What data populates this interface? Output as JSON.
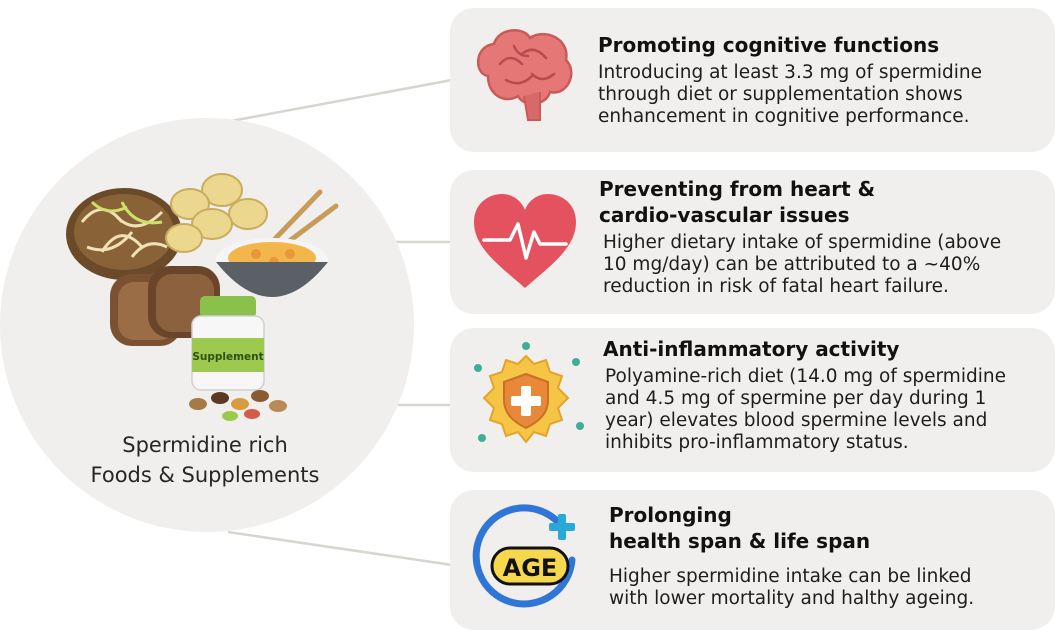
{
  "hub": {
    "label_lines": [
      "Spermidine rich",
      "Foods & Supplements"
    ],
    "supplement_label": "Supplement"
  },
  "cards": [
    {
      "icon": "brain-icon",
      "title_lines": [
        "Promoting cognitive functions"
      ],
      "body_lines": [
        "Introducing at least 3.3 mg of spermidine",
        "through diet or supplementation shows",
        "enhancement in cognitive performance."
      ]
    },
    {
      "icon": "heart-pulse-icon",
      "title_lines": [
        "Preventing from heart &",
        "cardio-vascular issues"
      ],
      "body_lines": [
        "Higher dietary intake of spermidine (above",
        "10 mg/day) can be attributed to a ~40%",
        "reduction in risk of fatal heart failure."
      ]
    },
    {
      "icon": "shield-plus-icon",
      "title_lines": [
        "Anti-inflammatory activity"
      ],
      "body_lines": [
        "Polyamine-rich diet (14.0 mg of spermidine",
        "and 4.5 mg of spermine per day during 1",
        "year) elevates blood spermine levels and",
        "inhibits pro-inflammatory status."
      ]
    },
    {
      "icon": "age-plus-icon",
      "icon_text": "AGE",
      "title_lines": [
        "Prolonging",
        "health span & life span"
      ],
      "body_lines": [
        "Higher spermidine intake can be linked",
        "with lower mortality and halthy ageing."
      ]
    }
  ],
  "colors": {
    "card_bg": "#f1efed",
    "connector": "#d8d4cf",
    "brain": "#e67777",
    "heart": "#e5525f",
    "shield": "#e8893a",
    "sun": "#f6c545",
    "teal": "#3fae97",
    "age_ring": "#2f76d6",
    "age_plus": "#2aa8d8"
  }
}
